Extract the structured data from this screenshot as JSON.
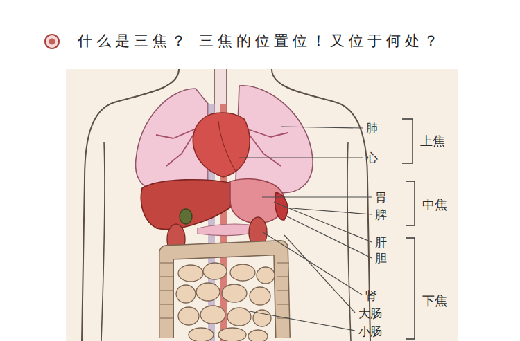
{
  "diagram": {
    "title": "什么是三焦？ 三焦的位置位！又位于何处？",
    "labels": [
      "肺",
      "心",
      "胃",
      "脾",
      "肝",
      "胆",
      "肾",
      "大肠",
      "小肠",
      "上焦",
      "中焦",
      "下焦"
    ]
  }
}
